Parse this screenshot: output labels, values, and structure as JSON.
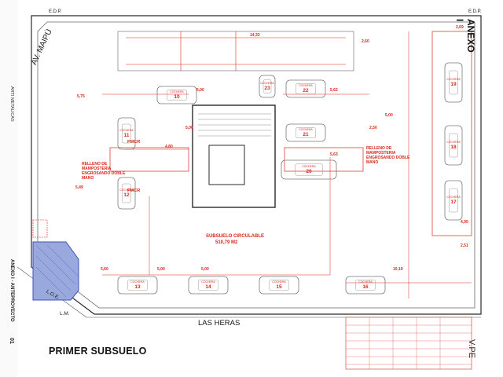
{
  "title": "PRIMER SUBSUELO",
  "streets": {
    "top_left": "AV. MAIPÚ",
    "bottom": "LAS HERAS"
  },
  "edp_label": "E.D.P.",
  "loe_label": "L.O.E.",
  "lm_label": "L.M.",
  "anexo": "ANEXO I",
  "anexo_bottom": "V.PE",
  "central_area": {
    "title": "SUBSUELO CIRCULABLE",
    "area": "510,79 M2"
  },
  "relleno": "RELLENO DE MAMPOSTERIA ENGROSANDO DOBLE MANO",
  "bay_prefix": "COCHERA",
  "bays": [
    "10",
    "11",
    "12",
    "13",
    "14",
    "15",
    "16",
    "17",
    "18",
    "19",
    "20",
    "21",
    "22",
    "23"
  ],
  "pmcr": "PMCR",
  "dims": {
    "top": [
      "14,33",
      "2,60",
      "5,75",
      "5,00",
      "5,62",
      "2,69"
    ],
    "mid": [
      "4,80",
      "5,49",
      "5,00",
      "5,63",
      "2,50",
      "5,00"
    ],
    "bottom": [
      "5,60",
      "5,00",
      "5,00",
      "10,19",
      "4,95",
      "2,51"
    ]
  },
  "sidebar": {
    "firm": "ARTI METALICAS",
    "project": "ANEXO I - ANTEPROYECTO",
    "sheet": "01"
  },
  "colors": {
    "line": "#8a8a8a",
    "dark": "#2a2a2a",
    "red": "#d9261c",
    "blue": "#3c55b5",
    "blue_fill": "#9aa9dd"
  }
}
